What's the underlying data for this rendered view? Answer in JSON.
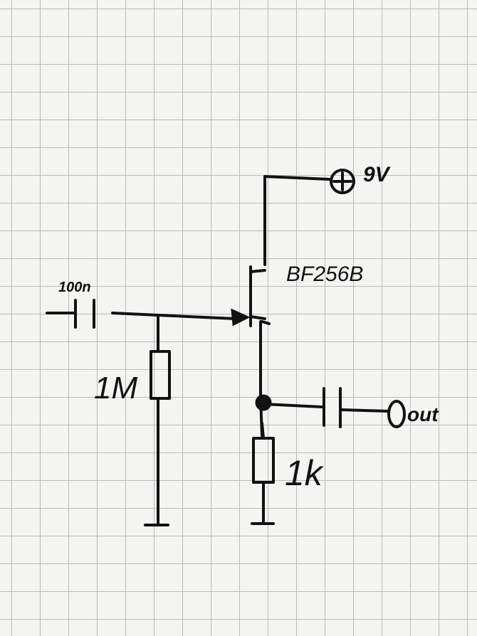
{
  "labels": {
    "supply": "9V",
    "transistor": "BF256B",
    "input_capacitor": "100n",
    "gate_resistor": "1M",
    "source_resistor": "1k",
    "output": "out"
  },
  "colors": {
    "ink": "#111111",
    "paper": "#f4f4f2",
    "grid": "#b9b9b9"
  }
}
